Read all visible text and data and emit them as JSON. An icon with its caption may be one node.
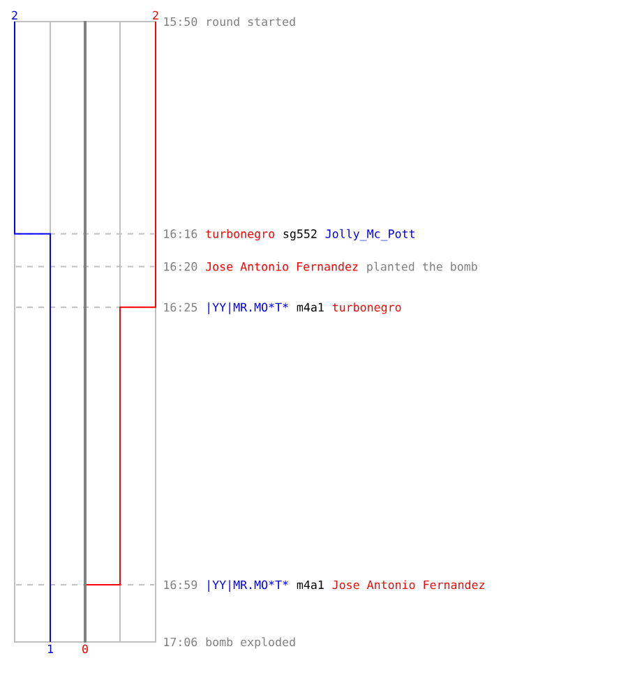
{
  "diagram": {
    "labels": [
      "2",
      "2",
      "15:50",
      "round started",
      "16:16",
      "turbonegro",
      "sg552",
      "Jolly_Mc_Pott",
      "16:20",
      "Jose Antonio Fernandez",
      "planted the bomb",
      "16:25",
      "|YY|MR.MO*T*",
      "m4a1",
      "turbonegro",
      "16:59",
      "|YY|MR.MO*T*",
      "m4a1",
      "Jose Antonio Fernandez",
      "1",
      "0",
      "17:06",
      "bomb exploded"
    ]
  }
}
